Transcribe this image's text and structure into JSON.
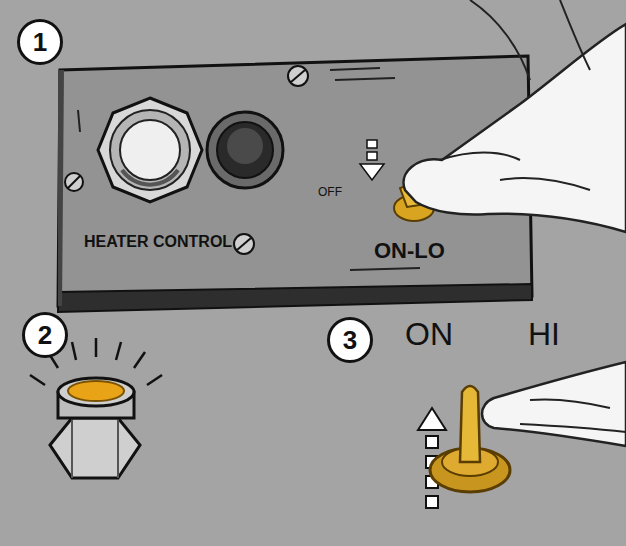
{
  "diagram": {
    "nodes": [
      {
        "text": [
          "1"
        ]
      },
      {
        "text": [
          "HEATER CONTROL",
          "ON-LO"
        ]
      },
      {
        "text": [
          "2"
        ]
      },
      {
        "text": [
          "3"
        ]
      }
    ],
    "labels": [
      "OFF",
      "ON",
      "HI"
    ]
  }
}
